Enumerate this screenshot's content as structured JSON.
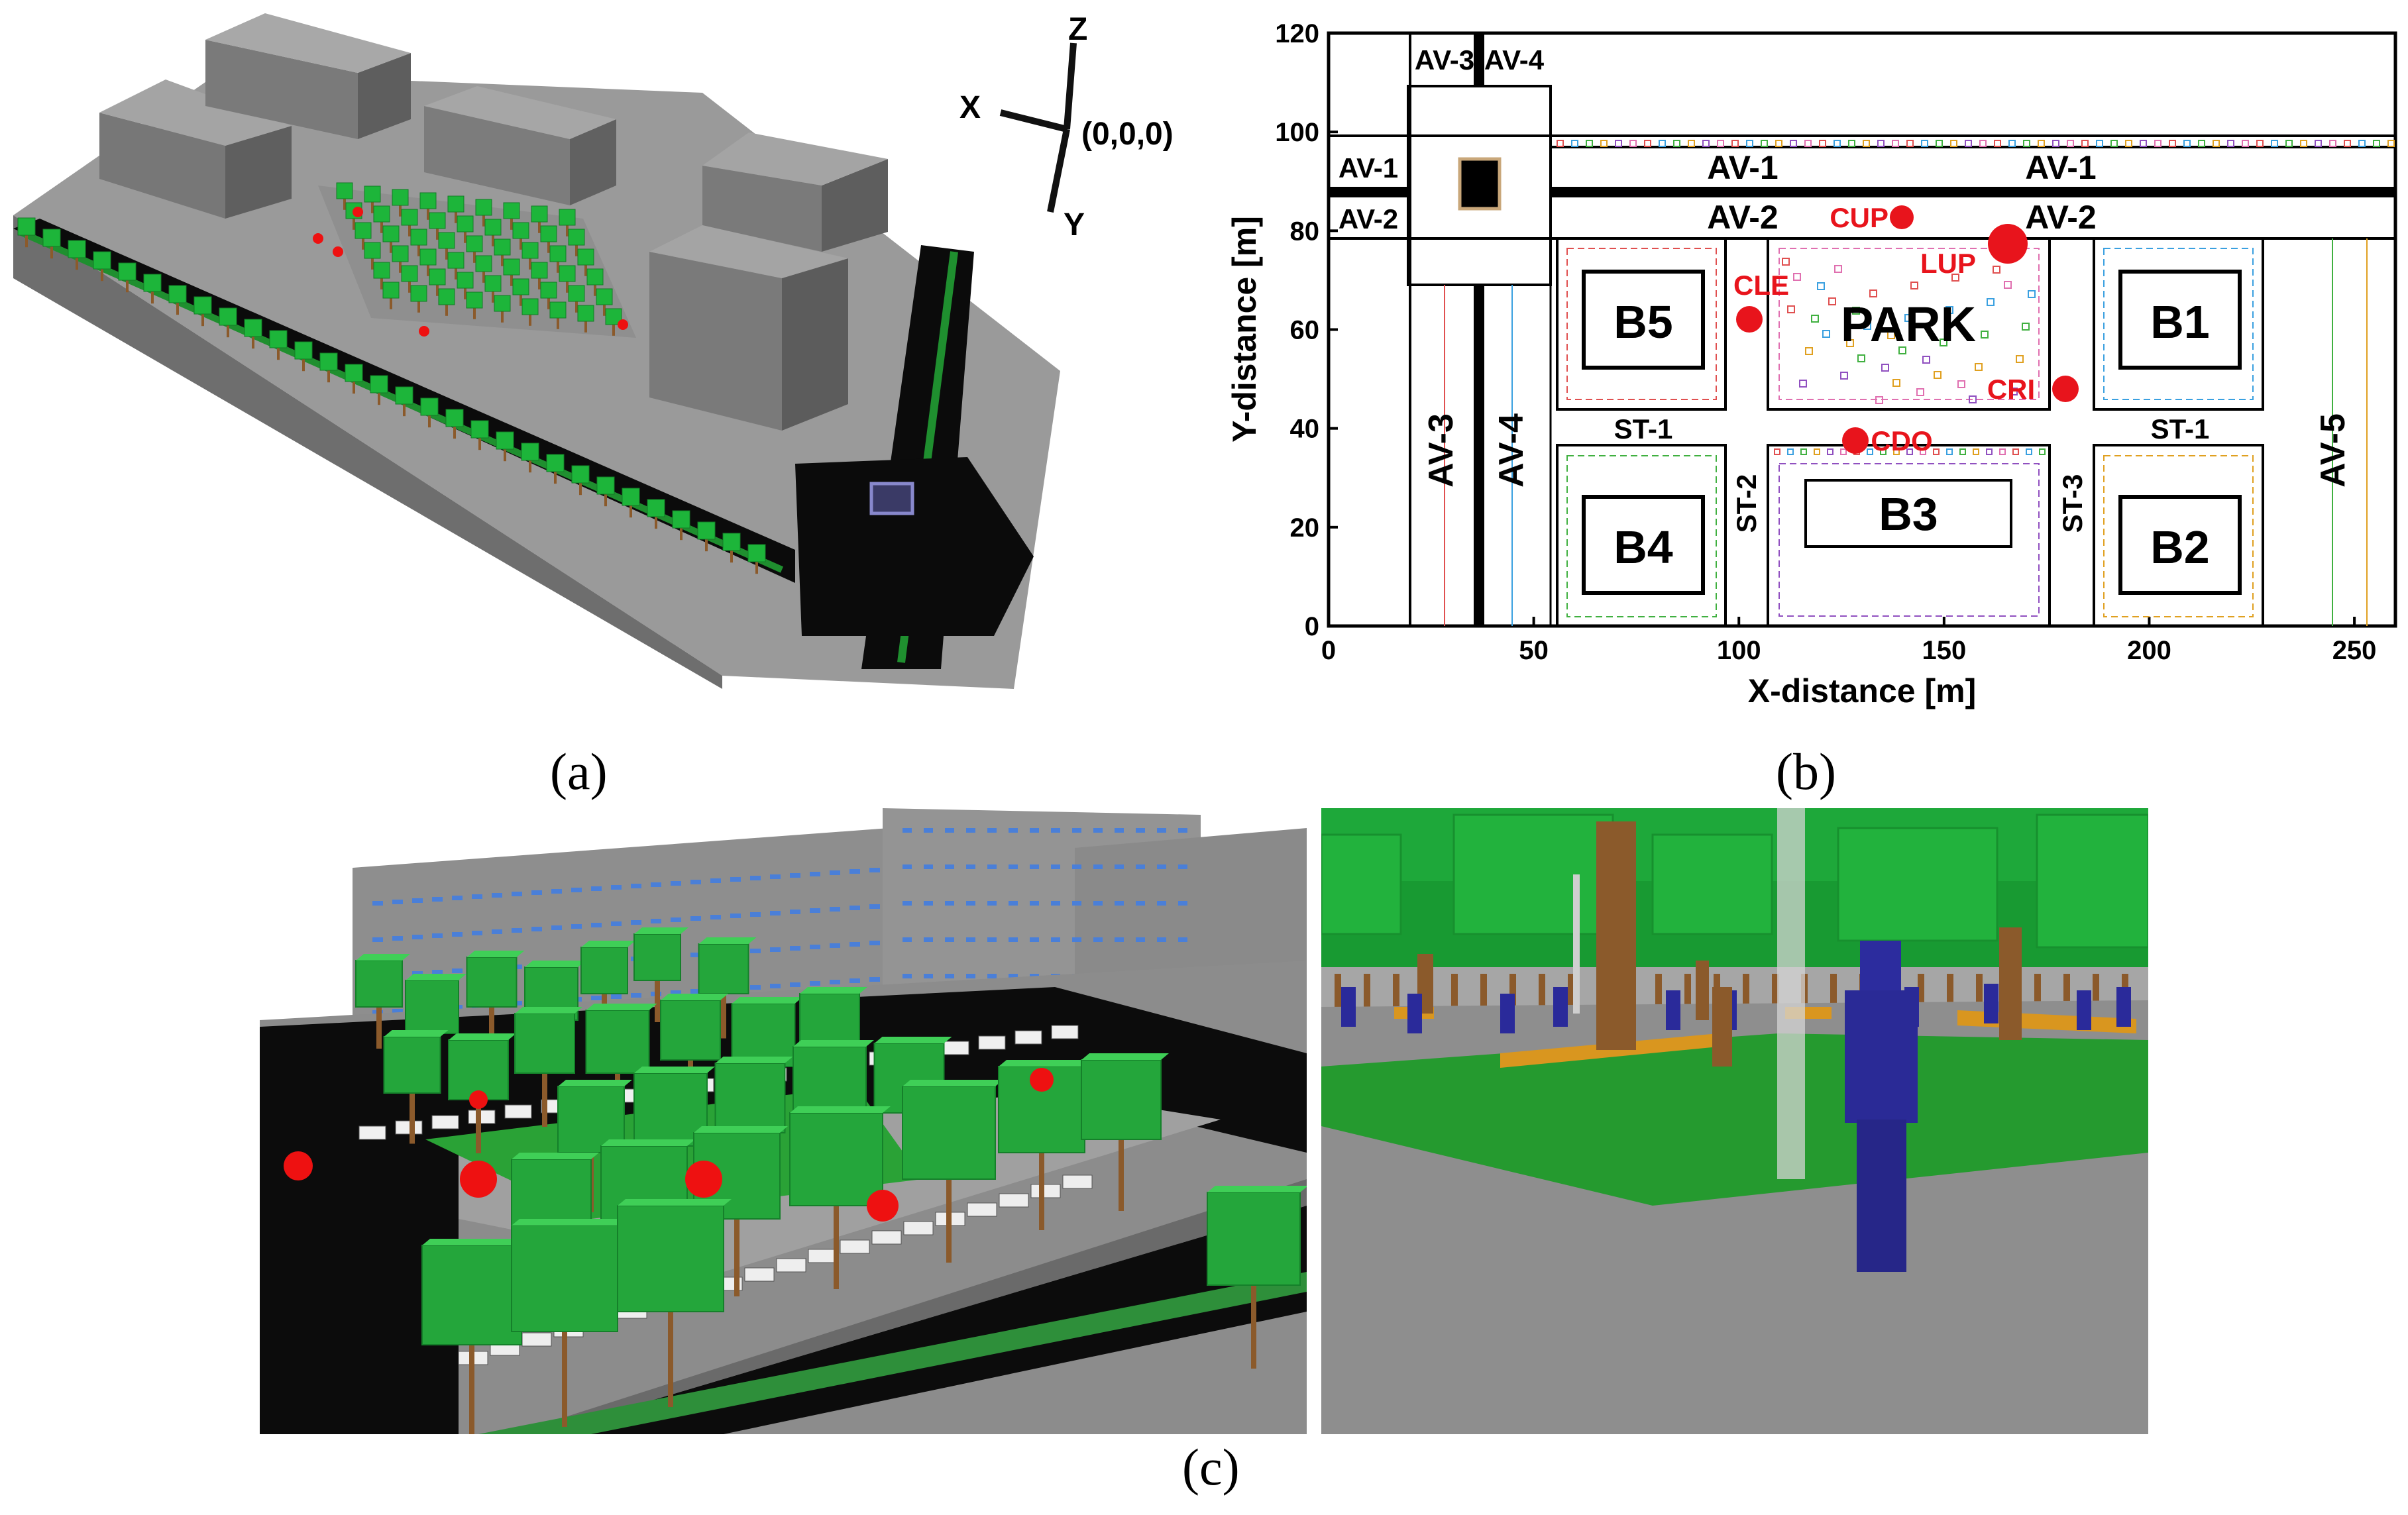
{
  "panel_a": {
    "axes": {
      "x": "X",
      "y": "Y",
      "z": "Z",
      "origin": "(0,0,0)"
    },
    "caption": "(a)"
  },
  "panel_b": {
    "xlabel": "X-distance [m]",
    "ylabel": "Y-distance [m]",
    "x_ticks": [
      "0",
      "50",
      "100",
      "150",
      "200",
      "250"
    ],
    "y_ticks": [
      "0",
      "20",
      "40",
      "60",
      "80",
      "100",
      "120"
    ],
    "xlim": [
      0,
      260
    ],
    "ylim": [
      0,
      120
    ],
    "avenues": {
      "av1_left": "AV-1",
      "av1_mid": "AV-1",
      "av1_right": "AV-1",
      "av2_left": "AV-2",
      "av2_mid": "AV-2",
      "av2_right": "AV-2",
      "av3_top": "AV-3",
      "av4_top": "AV-4",
      "av3_side": "AV-3",
      "av4_side": "AV-4",
      "av5": "AV-5"
    },
    "streets": {
      "st1_left": "ST-1",
      "st1_right": "ST-1",
      "st2": "ST-2",
      "st3": "ST-3"
    },
    "blocks": {
      "b1": "B1",
      "b2": "B2",
      "b3": "B3",
      "b4": "B4",
      "b5": "B5",
      "park": "PARK"
    },
    "sensors": {
      "cup": "CUP",
      "lup": "LUP",
      "cle": "CLE",
      "cri": "CRI",
      "cdo": "CDO",
      "color": "#e8141c"
    },
    "caption": "(b)"
  },
  "panel_c": {
    "caption": "(c)"
  },
  "colors": {
    "building": "#8a8a8a",
    "road": "#0a0a0a",
    "tree": "#1db53a",
    "trunk": "#8b5a2b",
    "grass": "#2a9d33",
    "pedestrian": "#2a2a9a",
    "marker": "#ee1111"
  }
}
